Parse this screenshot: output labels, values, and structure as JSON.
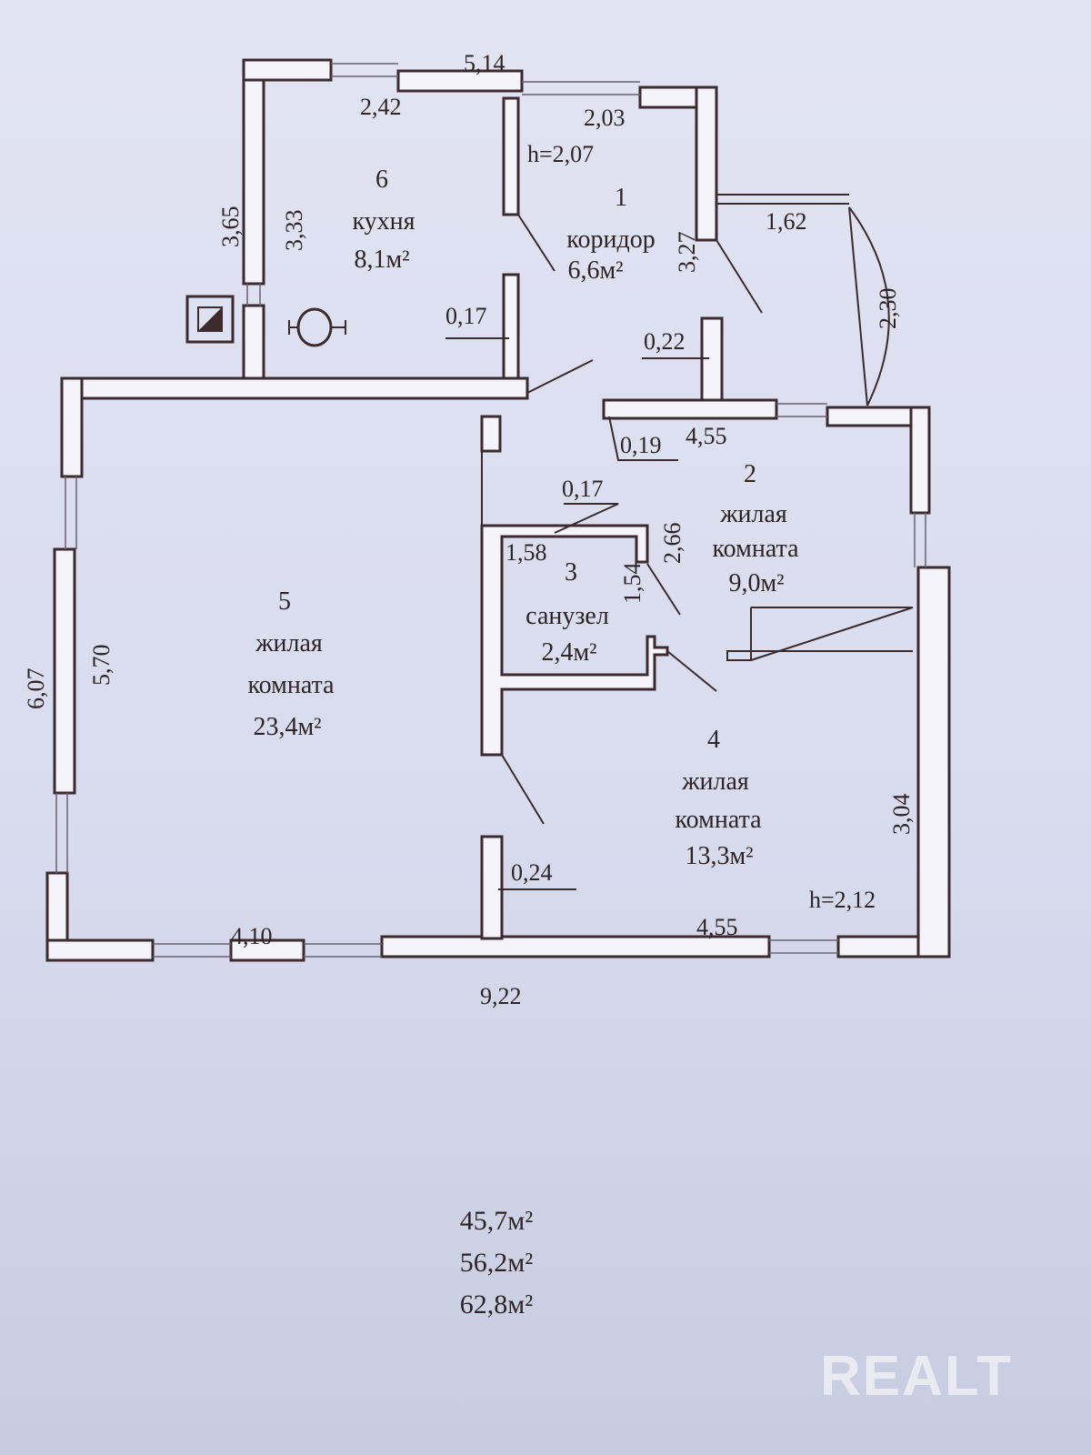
{
  "rooms": [
    {
      "num": "1",
      "name": "коридор",
      "area": "6,6м²"
    },
    {
      "num": "2",
      "name1": "жилая",
      "name2": "комната",
      "area": "9,0м²"
    },
    {
      "num": "3",
      "name": "санузел",
      "area": "2,4м²"
    },
    {
      "num": "4",
      "name1": "жилая",
      "name2": "комната",
      "area": "13,3м²"
    },
    {
      "num": "5",
      "name1": "жилая",
      "name2": "комната",
      "area": "23,4м²"
    },
    {
      "num": "6",
      "name": "кухня",
      "area": "8,1м²"
    }
  ],
  "dimensions": {
    "top_total": "5,14",
    "kitchen_top": "2,42",
    "corridor_top": "2,03",
    "h_top": "h=2,07",
    "kitchen_outer": "3,65",
    "kitchen_inner": "3,33",
    "corridor_side": "3,27",
    "porch_top": "1,62",
    "porch_side": "2,30",
    "wall_017a": "0,17",
    "wall_022": "0,22",
    "wall_019": "0,19",
    "room2_top": "4,55",
    "wall_017b": "0,17",
    "bath_w": "1,58",
    "bath_h": "1,54",
    "room2_side": "2,66",
    "room5_outer": "6,07",
    "room5_inner": "5,70",
    "wall_024": "0,24",
    "room4_side": "3,04",
    "h_bottom": "h=2,12",
    "room5_bottom": "4,10",
    "room4_bottom": "4,55",
    "bottom_total": "9,22"
  },
  "totals": [
    "45,7м²",
    "56,2м²",
    "62,8м²"
  ],
  "watermark": "REALT"
}
